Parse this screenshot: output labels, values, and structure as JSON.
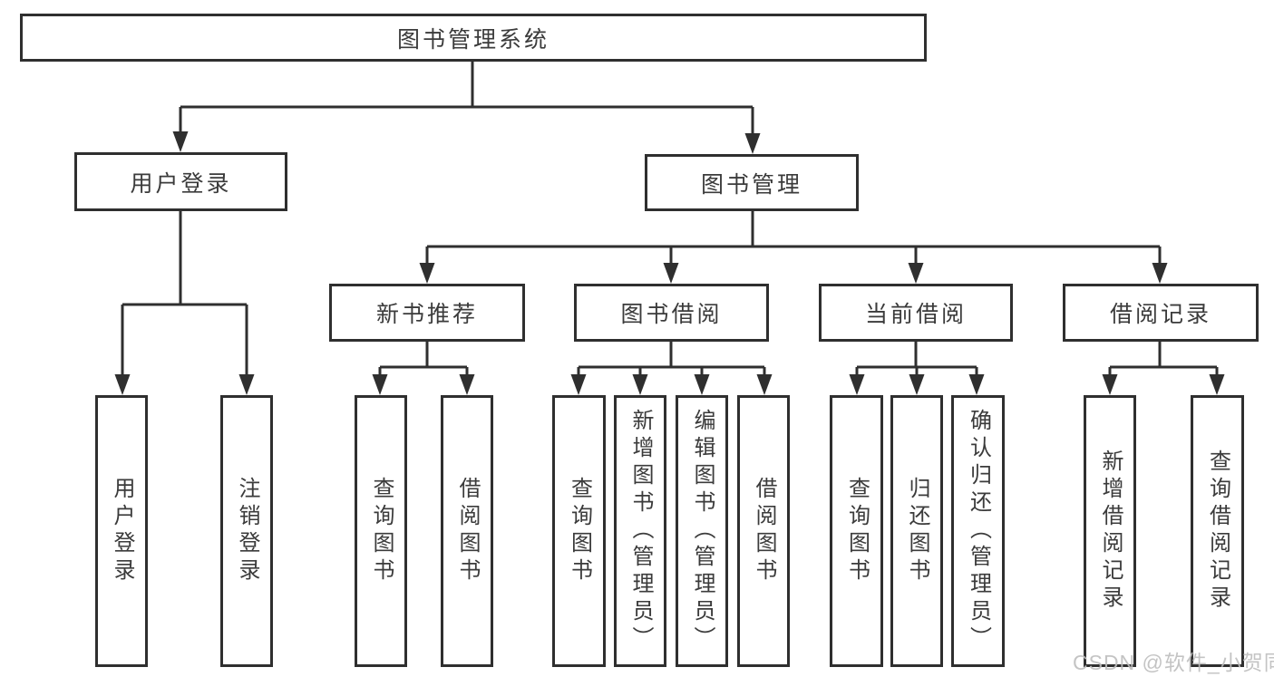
{
  "colors": {
    "line": "#2f2f2f",
    "box_border": "#2f2f2f",
    "text": "#3b3b3b",
    "watermark": "#bebebe",
    "background": "#ffffff"
  },
  "watermark": {
    "text": "CSDN @软件_小贺同学"
  },
  "tree": {
    "root": {
      "label": "图书管理系统",
      "children": [
        {
          "label": "用户登录",
          "children": [
            {
              "label": "用户登录"
            },
            {
              "label": "注销登录"
            }
          ]
        },
        {
          "label": "图书管理",
          "children": [
            {
              "label": "新书推荐",
              "children": [
                {
                  "label": "查询图书"
                },
                {
                  "label": "借阅图书"
                }
              ]
            },
            {
              "label": "图书借阅",
              "children": [
                {
                  "label": "查询图书"
                },
                {
                  "label": "新增图书（管理员）"
                },
                {
                  "label": "编辑图书（管理员）"
                },
                {
                  "label": "借阅图书"
                }
              ]
            },
            {
              "label": "当前借阅",
              "children": [
                {
                  "label": "查询图书"
                },
                {
                  "label": "归还图书"
                },
                {
                  "label": "确认归还（管理员）"
                }
              ]
            },
            {
              "label": "借阅记录",
              "children": [
                {
                  "label": "新增借阅记录"
                },
                {
                  "label": "查询借阅记录"
                }
              ]
            }
          ]
        }
      ]
    }
  }
}
